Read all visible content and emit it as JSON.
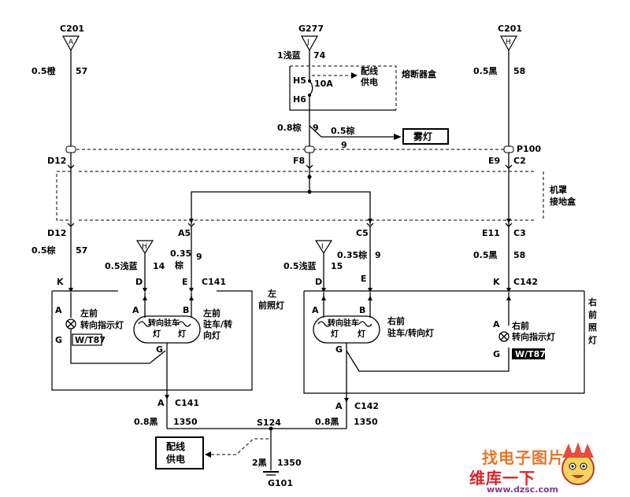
{
  "top_connectors": {
    "c201_left": "C201",
    "g277": "G277",
    "c201_right": "C201"
  },
  "top_pins": {
    "a": "A",
    "j": "J",
    "h": "H"
  },
  "left_feed": {
    "wire": "0.5橙",
    "circuit": "57"
  },
  "center_feed": {
    "wire": "1浅蓝",
    "circuit": "74"
  },
  "right_feed": {
    "wire": "0.5黑",
    "circuit": "58"
  },
  "fuse_box": {
    "label": "熔断器盒",
    "h5": "H5",
    "h6": "H6",
    "fuse": "10A",
    "supply_line1": "配线",
    "supply_line2": "供电"
  },
  "fog_branch": {
    "main_wire": "0.8棕",
    "main_circuit": "9",
    "branch_wire": "0.5棕",
    "branch_circuit": "9",
    "fog_lamp": "雾灯"
  },
  "splice_row": {
    "d12": "D12",
    "f8": "F8",
    "e9": "E9",
    "c2": "C2",
    "p100": "P100"
  },
  "ground_box": {
    "line1": "机罩",
    "line2": "接地盒"
  },
  "lower_row": {
    "d12": "D12",
    "a5": "A5",
    "c5": "C5",
    "e11": "E11",
    "c3": "C3",
    "left_wire": "0.5棕",
    "left_circuit": "57",
    "mid_wire_a": "0.35",
    "mid_wire_b": "棕",
    "mid_circuit": "9",
    "right_mid_wire": "0.35棕",
    "right_mid_circuit": "9",
    "right_wire": "0.5黑",
    "right_circuit": "58"
  },
  "left_lamp": {
    "h_label": "H",
    "blue_wire": "0.5浅蓝",
    "blue_circuit": "14",
    "k": "K",
    "d": "D",
    "e": "E",
    "conn": "C141",
    "title_1": "左",
    "title_2": "前照灯",
    "indicator_1": "左前",
    "indicator_2": "转向指示灯",
    "pin_a": "A",
    "pin_b": "B",
    "pin_g": "G",
    "bulb_label_1": "转向驻车",
    "bulb_label_2": "灯",
    "bulb_label_3": "灯",
    "park_1": "左前",
    "park_2": "驻车/转",
    "park_3": "向灯",
    "code": "W/T87"
  },
  "right_lamp": {
    "i_label": "I",
    "blue_wire": "0.5浅蓝",
    "blue_circuit": "15",
    "d": "D",
    "e": "E",
    "k": "K",
    "conn": "C142",
    "title_1": "右",
    "title_2": "前",
    "title_3": "照",
    "title_4": "灯",
    "pin_a": "A",
    "pin_b": "B",
    "pin_g": "G",
    "bulb_label_1": "转向驻车",
    "bulb_label_2": "灯",
    "bulb_label_3": "灯",
    "park_1": "右前",
    "park_2": "驻车/转向灯",
    "indicator_1": "右前",
    "indicator_2": "转向指示灯",
    "code": "W/T87"
  },
  "bottom": {
    "left_a": "A",
    "left_conn": "C141",
    "left_wire": "0.8黑",
    "left_circuit": "1350",
    "right_a": "A",
    "right_conn": "C142",
    "right_wire": "0.8黑",
    "right_circuit": "1350",
    "splice": "S124",
    "supply_1": "配线",
    "supply_2": "供电",
    "ground_wire": "2黑",
    "ground_circuit": "1350",
    "ground": "G101"
  },
  "watermark": {
    "line1": "找电子图片",
    "line2": "维库一下",
    "url": "www.dzsc.com"
  }
}
